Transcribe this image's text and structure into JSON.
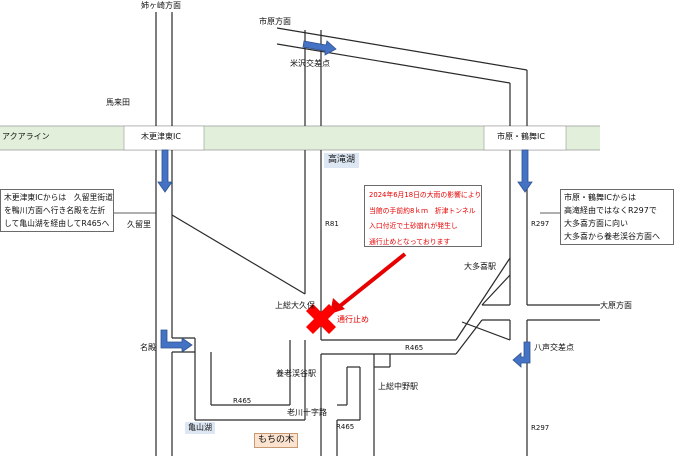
{
  "directions": {
    "myogasaki": "姉ヶ崎方面",
    "ichihara": "市原方面",
    "ohara": "大原方面"
  },
  "places": {
    "yonezawa": "米沢交差点",
    "umakuta": "馬来田",
    "kururi": "久留里",
    "nadome": "名殿",
    "kazusa_okubo": "上総大久保",
    "otaki_kita": "大多喜駅",
    "yasho": "八声交差点",
    "yoro_keikoku": "養老渓谷駅",
    "kazusa_nakano": "上総中野駅",
    "oikawa": "老川十字路"
  },
  "roads": {
    "aqualine": "アクアライン",
    "kisarazu_higashi_ic": "木更津東IC",
    "ichihara_tsurumai_ic": "市原・鶴舞IC",
    "r81": "R81",
    "r297_upper": "R297",
    "r297_lower": "R297",
    "r465_mid": "R465",
    "r465_lower_left": "R465",
    "r465_lower_mid": "R465"
  },
  "lakes": {
    "takataki": "高滝湖",
    "kameyama": "亀山湖"
  },
  "landmark": {
    "mochinoki": "もちの木"
  },
  "closure": {
    "label": "通行止め",
    "color": "#ff0000"
  },
  "notes": {
    "left": [
      "木更津東ICからは　久留里街道",
      "を鴨川方面へ行き名殿を左折",
      "して亀山湖を経由してR465へ"
    ],
    "right": [
      "市原・鶴舞ICからは",
      "高滝経由ではなくR297で",
      "大多喜方面に向い",
      "大多喜から養老渓谷方面へ"
    ],
    "alert": [
      "2024年6月18日の大雨の影響により",
      "当館の手前約8ｋｍ　折津トンネル",
      "入口付近で土砂崩れが発生し",
      "通行止めとなっております"
    ]
  },
  "colors": {
    "expressway": "#e2efda",
    "lake": "#dde7f4",
    "landmark": "#fbe3d0",
    "arrow": "#4472c4",
    "alert_text": "#e60000",
    "closure_arrow": "#e60000"
  }
}
